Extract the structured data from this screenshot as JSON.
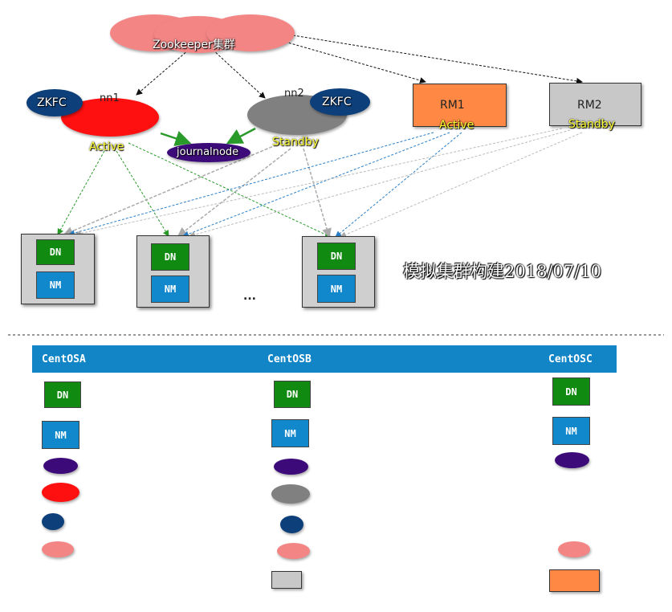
{
  "zookeeper": {
    "label": "Zookeeper集群"
  },
  "namenodes": [
    {
      "name": "nn1",
      "zkfc": "ZKFC",
      "state": "Active"
    },
    {
      "name": "nn2",
      "zkfc": "ZKFC",
      "state": "Standby"
    }
  ],
  "journalnode": {
    "label": "journalnode"
  },
  "resourcemanagers": [
    {
      "name": "RM1",
      "state": "Active"
    },
    {
      "name": "RM2",
      "state": "Standby"
    }
  ],
  "workers": [
    {
      "dn": "DN",
      "nm": "NM"
    },
    {
      "dn": "DN",
      "nm": "NM"
    },
    {
      "dn": "DN",
      "nm": "NM"
    }
  ],
  "ellipsis": "...",
  "caption": "模拟集群构建2018/07/10",
  "hosts": [
    {
      "name": "CentOSA",
      "dn": "DN",
      "nm": "NM"
    },
    {
      "name": "CentOSB",
      "dn": "DN",
      "nm": "NM"
    },
    {
      "name": "CentOSC",
      "dn": "DN",
      "nm": "NM"
    }
  ],
  "colors": {
    "zookeeper": "#f48585",
    "nn_active": "#ff1010",
    "nn_standby": "#808080",
    "zkfc": "#0d3f7a",
    "journalnode": "#3d0a7a",
    "rm_active": "#ff8844",
    "rm_standby": "#c8c8c8",
    "dn": "#118a11",
    "nm": "#1288cc",
    "host_bar": "#1285c7"
  }
}
